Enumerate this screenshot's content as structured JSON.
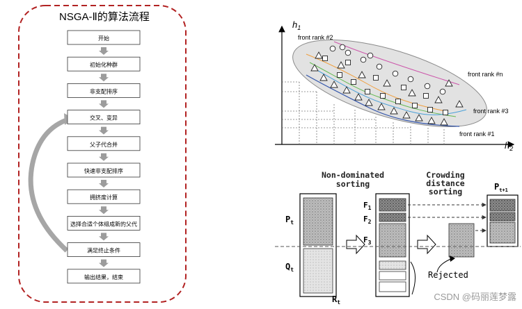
{
  "flowchart": {
    "title": "NSGA-Ⅱ的算法流程",
    "steps": [
      "开始",
      "初始化种群",
      "非支配排序",
      "交叉、变异",
      "父子代合并",
      "快速非支配排序",
      "拥挤度计算",
      "选择合适个体组成新的父代",
      "满足终止条件",
      "输出结果，结束"
    ]
  },
  "pareto": {
    "y_axis": "h",
    "y_sub": "1",
    "x_axis": "h",
    "x_sub": "2",
    "rank2": "front rank #2",
    "rankn": "front rank #n",
    "rank3": "front rank #3",
    "rank1": "front rank #1"
  },
  "nsga": {
    "nd_title1": "Non-dominated",
    "nd_title2": "sorting",
    "cd_title1": "Crowding",
    "cd_title2": "distance",
    "cd_title3": "sorting",
    "pt": "P",
    "pt_sub": "t",
    "qt": "Q",
    "qt_sub": "t",
    "rt": "R",
    "rt_sub": "t",
    "pt1": "P",
    "pt1_sub": "t+1",
    "f1": "F",
    "f1_sub": "1",
    "f2": "F",
    "f2_sub": "2",
    "f3": "F",
    "f3_sub": "3",
    "rejected": "Rejected"
  },
  "watermark": "CSDN @码丽莲梦露",
  "colors": {
    "dashed_border": "#b22222",
    "step_fill": "#ffffff",
    "arrow": "#999999",
    "ellipse": "#e0e0e0"
  }
}
